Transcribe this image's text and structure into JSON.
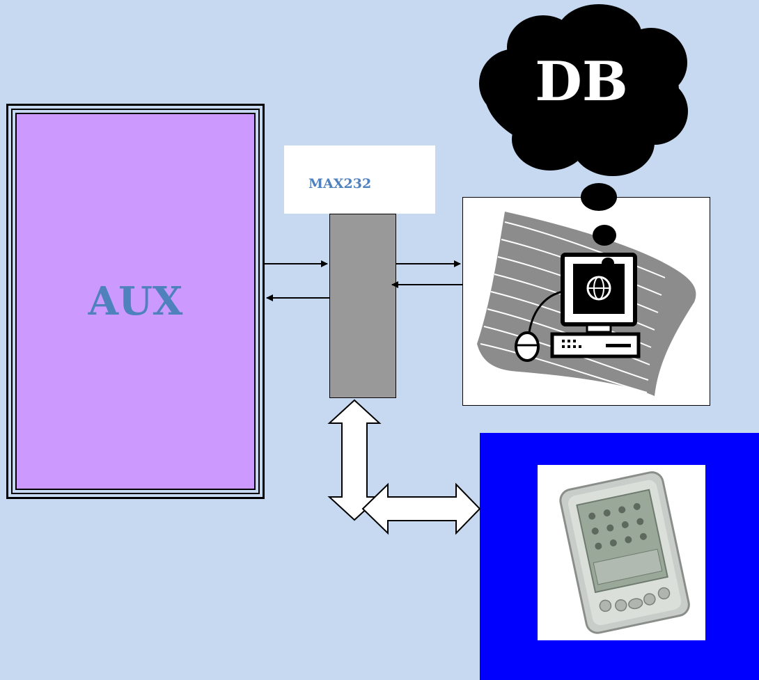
{
  "aux": {
    "label": "AUX"
  },
  "max232": {
    "label": "MAX232"
  },
  "database": {
    "label": "DB"
  },
  "colors": {
    "background": "#c6d9f0",
    "aux_fill": "#cc99ff",
    "label_blue": "#4f81bd",
    "chip_gray": "#999999",
    "pda_panel": "#0000ff"
  },
  "icons": {
    "computer": "computer-workstation-icon",
    "cloud": "thought-cloud-icon",
    "pda": "pda-device-icon"
  }
}
